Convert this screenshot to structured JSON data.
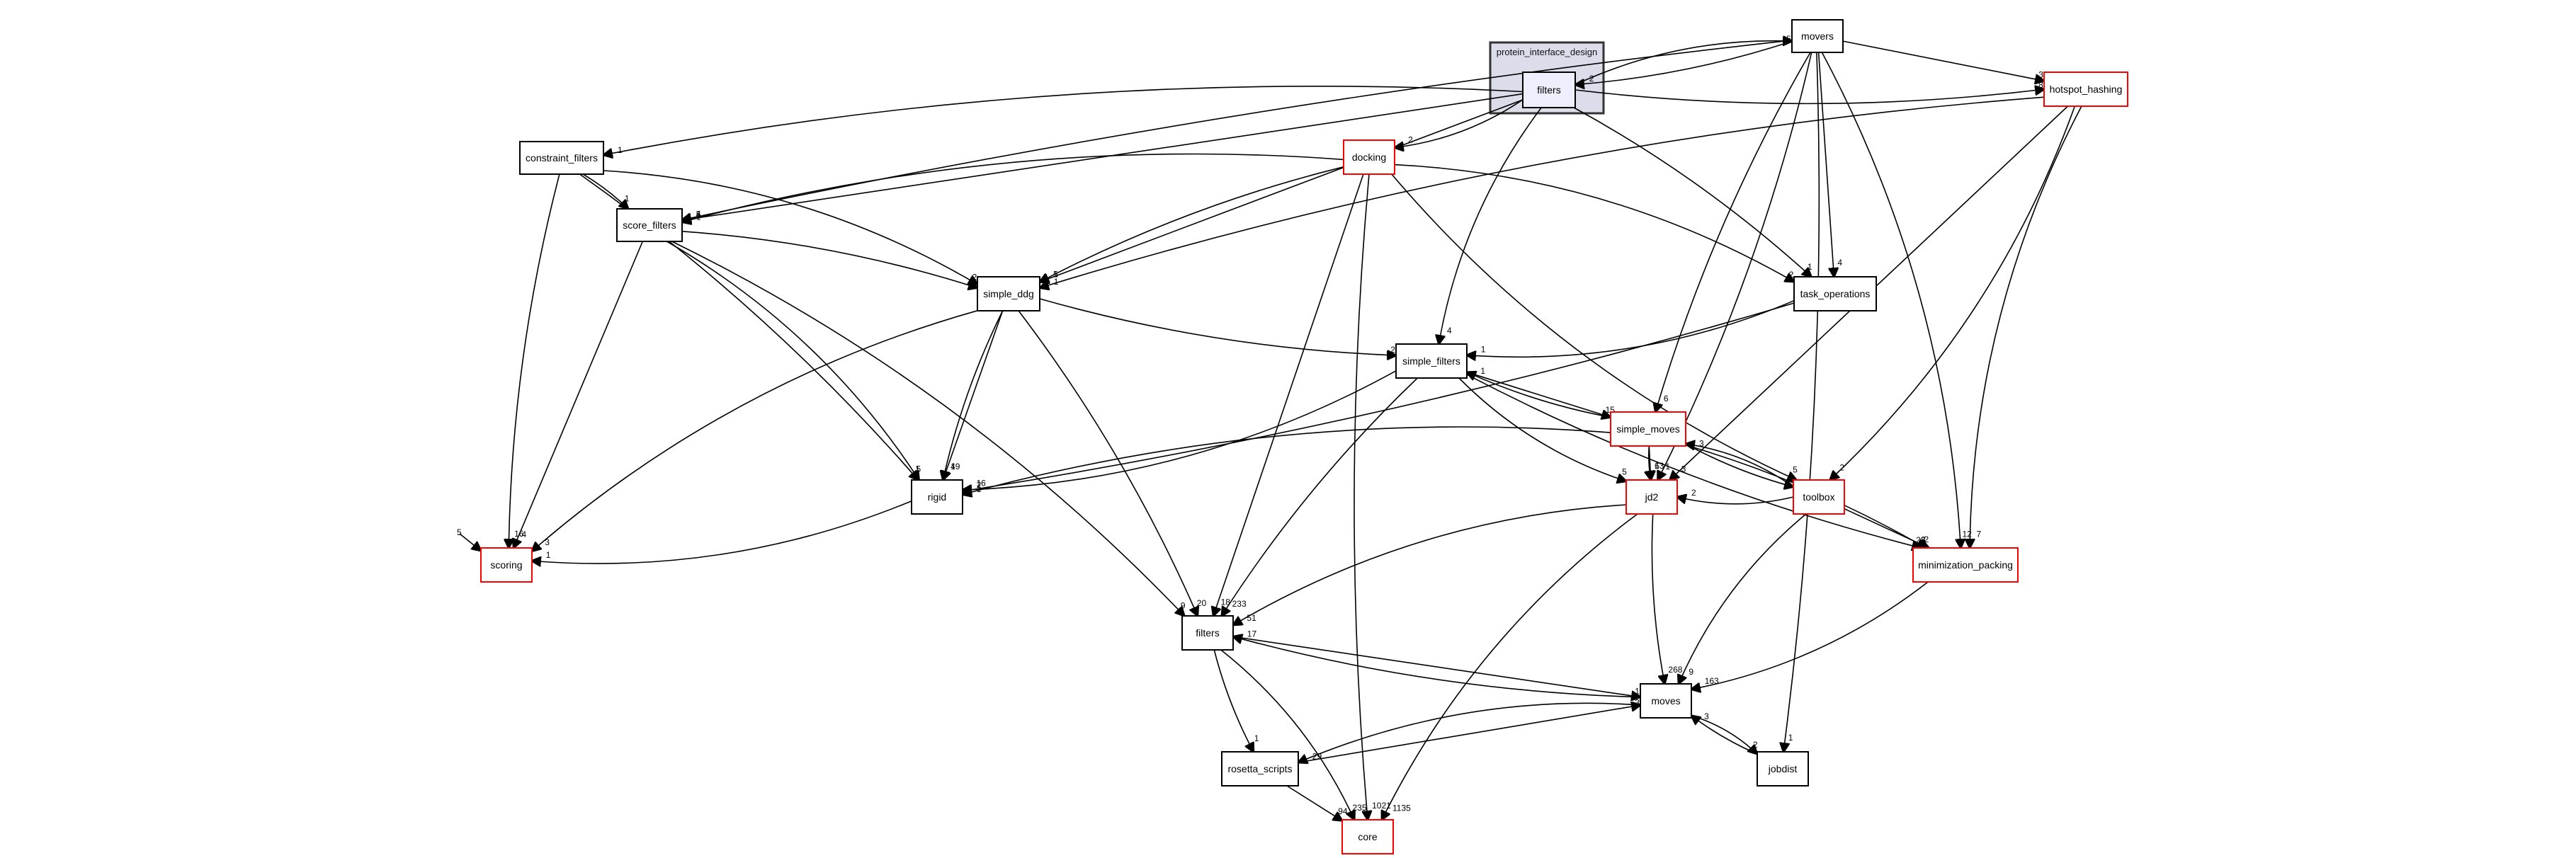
{
  "title": "protein_interface_design/filters dependency graph",
  "cluster": {
    "id": "protein_interface_design",
    "label": "protein_interface_design"
  },
  "nodes": [
    {
      "id": "filters_pid",
      "label": "filters",
      "style": "current",
      "in_cluster": true
    },
    {
      "id": "movers",
      "label": "movers",
      "style": "normal"
    },
    {
      "id": "hotspot_hashing",
      "label": "hotspot_hashing",
      "style": "red"
    },
    {
      "id": "constraint_filters",
      "label": "constraint_filters",
      "style": "normal"
    },
    {
      "id": "docking",
      "label": "docking",
      "style": "red"
    },
    {
      "id": "score_filters",
      "label": "score_filters",
      "style": "normal"
    },
    {
      "id": "simple_ddg",
      "label": "simple_ddg",
      "style": "normal"
    },
    {
      "id": "task_operations",
      "label": "task_operations",
      "style": "normal"
    },
    {
      "id": "simple_filters",
      "label": "simple_filters",
      "style": "normal"
    },
    {
      "id": "simple_moves",
      "label": "simple_moves",
      "style": "red"
    },
    {
      "id": "rigid",
      "label": "rigid",
      "style": "normal"
    },
    {
      "id": "jd2",
      "label": "jd2",
      "style": "red"
    },
    {
      "id": "toolbox",
      "label": "toolbox",
      "style": "red"
    },
    {
      "id": "scoring",
      "label": "scoring",
      "style": "red"
    },
    {
      "id": "minimization_packing",
      "label": "minimization_packing",
      "style": "red"
    },
    {
      "id": "filters",
      "label": "filters",
      "style": "normal"
    },
    {
      "id": "moves",
      "label": "moves",
      "style": "normal"
    },
    {
      "id": "rosetta_scripts",
      "label": "rosetta_scripts",
      "style": "normal"
    },
    {
      "id": "jobdist",
      "label": "jobdist",
      "style": "normal"
    },
    {
      "id": "core",
      "label": "core",
      "style": "red"
    }
  ],
  "edges": [
    {
      "from": "filters_pid",
      "to": "movers",
      "label": "5"
    },
    {
      "from": "movers",
      "to": "filters_pid",
      "label": "2"
    },
    {
      "from": "movers",
      "to": "hotspot_hashing",
      "label": "31"
    },
    {
      "from": "filters_pid",
      "to": "hotspot_hashing",
      "label": "8"
    },
    {
      "from": "filters_pid",
      "to": "constraint_filters",
      "label": "1"
    },
    {
      "from": "filters_pid",
      "to": "docking",
      "label": "2"
    },
    {
      "from": "constraint_filters",
      "to": "score_filters",
      "label": "1"
    },
    {
      "from": "filters_pid",
      "to": "score_filters",
      "label": "4"
    },
    {
      "from": "movers",
      "to": "score_filters",
      "label": "5"
    },
    {
      "from": "docking",
      "to": "score_filters",
      "label": "1"
    },
    {
      "from": "constraint_filters",
      "to": "simple_ddg",
      "label": "2"
    },
    {
      "from": "score_filters",
      "to": "simple_ddg",
      "label": "2"
    },
    {
      "from": "filters_pid",
      "to": "simple_ddg",
      "label": "5"
    },
    {
      "from": "docking",
      "to": "simple_ddg",
      "label": "1"
    },
    {
      "from": "hotspot_hashing",
      "to": "simple_ddg",
      "label": "1"
    },
    {
      "from": "docking",
      "to": "task_operations",
      "label": "2"
    },
    {
      "from": "filters_pid",
      "to": "task_operations",
      "label": "1"
    },
    {
      "from": "movers",
      "to": "task_operations",
      "label": "4"
    },
    {
      "from": "simple_ddg",
      "to": "simple_filters",
      "label": "2"
    },
    {
      "from": "filters_pid",
      "to": "simple_filters",
      "label": "4"
    },
    {
      "from": "task_operations",
      "to": "simple_filters",
      "label": "1"
    },
    {
      "from": "simple_moves",
      "to": "simple_filters",
      "label": "1"
    },
    {
      "from": "simple_filters",
      "to": "simple_moves",
      "label": "15"
    },
    {
      "from": "movers",
      "to": "simple_moves",
      "label": "6"
    },
    {
      "from": "toolbox",
      "to": "simple_moves",
      "label": "3"
    },
    {
      "from": "score_filters",
      "to": "rigid",
      "label": "5"
    },
    {
      "from": "constraint_filters",
      "to": "rigid",
      "label": "1"
    },
    {
      "from": "simple_ddg",
      "to": "rigid",
      "label": "4"
    },
    {
      "from": "simple_ddg",
      "to": "rigid",
      "label": "19"
    },
    {
      "from": "simple_moves",
      "to": "rigid",
      "label": "1"
    },
    {
      "from": "simple_filters",
      "to": "rigid",
      "label": "16"
    },
    {
      "from": "task_operations",
      "to": "rigid",
      "label": "2"
    },
    {
      "from": "simple_moves",
      "to": "jd2",
      "label": "13"
    },
    {
      "from": "simple_moves",
      "to": "jd2",
      "label": "6"
    },
    {
      "from": "simple_filters",
      "to": "jd2",
      "label": "5"
    },
    {
      "from": "toolbox",
      "to": "jd2",
      "label": "2"
    },
    {
      "from": "movers",
      "to": "jd2",
      "label": "1"
    },
    {
      "from": "hotspot_hashing",
      "to": "jd2",
      "label": "3"
    },
    {
      "from": "simple_moves",
      "to": "toolbox",
      "label": "1"
    },
    {
      "from": "docking",
      "to": "toolbox",
      "label": "5"
    },
    {
      "from": "hotspot_hashing",
      "to": "toolbox",
      "label": "2"
    },
    {
      "from": "scoring_src",
      "to": "scoring",
      "label": "5"
    },
    {
      "from": "score_filters",
      "to": "scoring",
      "label": "4"
    },
    {
      "from": "constraint_filters",
      "to": "scoring",
      "label": "16"
    },
    {
      "from": "simple_ddg",
      "to": "scoring",
      "label": "3"
    },
    {
      "from": "rigid",
      "to": "scoring",
      "label": "1"
    },
    {
      "from": "simple_moves",
      "to": "minimization_packing",
      "label": "8"
    },
    {
      "from": "toolbox",
      "to": "minimization_packing",
      "label": "2"
    },
    {
      "from": "simple_filters",
      "to": "minimization_packing",
      "label": "23"
    },
    {
      "from": "hotspot_hashing",
      "to": "minimization_packing",
      "label": "7"
    },
    {
      "from": "movers",
      "to": "minimization_packing",
      "label": "12"
    },
    {
      "from": "simple_ddg",
      "to": "filters",
      "label": "20"
    },
    {
      "from": "docking",
      "to": "filters",
      "label": "18"
    },
    {
      "from": "simple_filters",
      "to": "filters",
      "label": "233"
    },
    {
      "from": "jd2",
      "to": "filters",
      "label": "51"
    },
    {
      "from": "score_filters",
      "to": "filters",
      "label": "9"
    },
    {
      "from": "moves",
      "to": "filters",
      "label": "17"
    },
    {
      "from": "filters",
      "to": "moves",
      "label": "104"
    },
    {
      "from": "jd2",
      "to": "moves",
      "label": "268"
    },
    {
      "from": "toolbox",
      "to": "moves",
      "label": "9"
    },
    {
      "from": "minimization_packing",
      "to": "moves",
      "label": "163"
    },
    {
      "from": "jobdist",
      "to": "moves",
      "label": "3"
    },
    {
      "from": "rosetta_scripts",
      "to": "moves",
      "label": "39"
    },
    {
      "from": "filters",
      "to": "rosetta_scripts",
      "label": "1"
    },
    {
      "from": "moves",
      "to": "rosetta_scripts",
      "label": "29"
    },
    {
      "from": "moves",
      "to": "jobdist",
      "label": "2"
    },
    {
      "from": "movers",
      "to": "jobdist",
      "label": "1"
    },
    {
      "from": "rosetta_scripts",
      "to": "core",
      "label": "94"
    },
    {
      "from": "docking",
      "to": "core",
      "label": "1021"
    },
    {
      "from": "jd2",
      "to": "core",
      "label": "1135"
    },
    {
      "from": "filters",
      "to": "core",
      "label": "235"
    }
  ]
}
